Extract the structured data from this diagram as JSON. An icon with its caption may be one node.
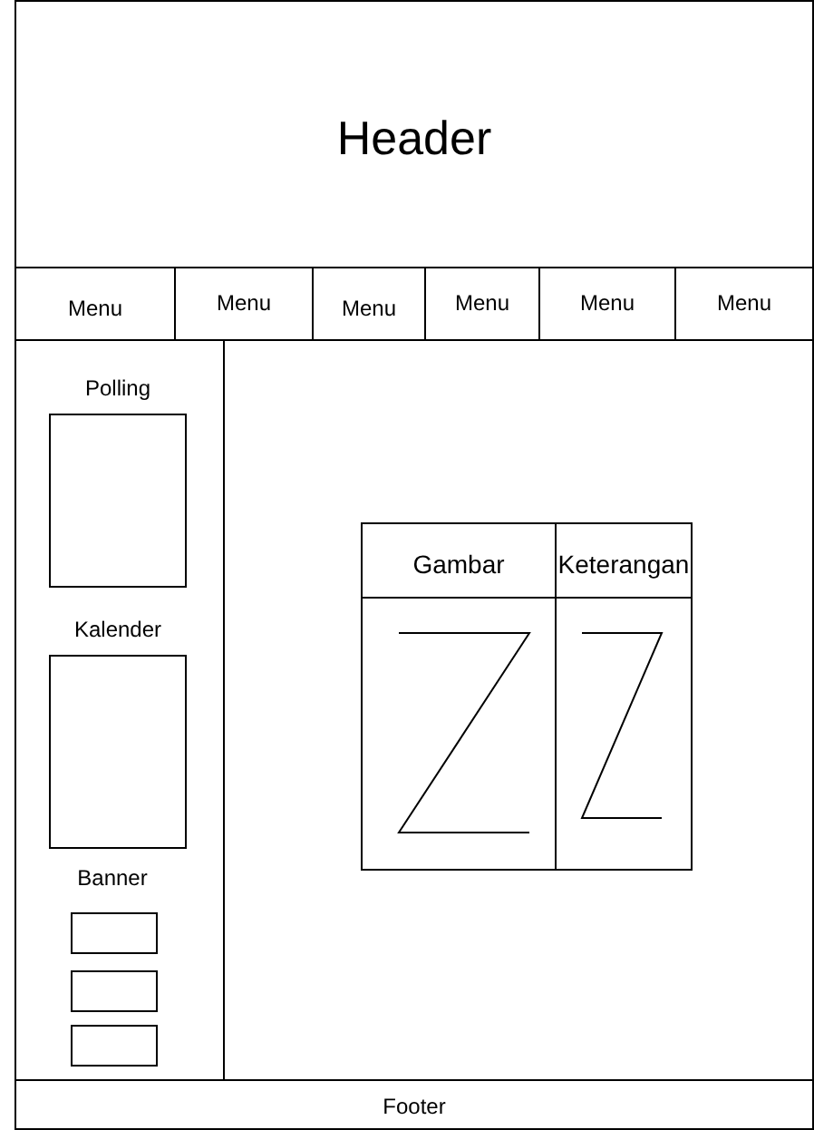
{
  "diagram": {
    "nodes": [
      {
        "text": [
          "Header"
        ]
      },
      {
        "text": [
          "Menu"
        ]
      },
      {
        "text": [
          "Menu"
        ]
      },
      {
        "text": [
          "Menu"
        ]
      },
      {
        "text": [
          "Menu"
        ]
      },
      {
        "text": [
          "Menu"
        ]
      },
      {
        "text": [
          "Menu"
        ]
      },
      {
        "text": [],
        "shape": "box"
      },
      {
        "text": [
          "Polling"
        ],
        "in": 7
      },
      {
        "text": [
          "Kalender"
        ],
        "in": 7
      },
      {
        "text": [],
        "shape": "box",
        "in": 7
      },
      {
        "text": [],
        "shape": "box",
        "in": 7
      },
      {
        "text": [],
        "shape": "box",
        "in": 7
      },
      {
        "text": [],
        "shape": "box"
      },
      {
        "text": [],
        "shape": "box",
        "in": 13
      },
      {
        "text": [
          "Gambar"
        ],
        "in": 14
      },
      {
        "text": [
          "Keterangan"
        ],
        "in": 14
      },
      {
        "text": [
          "Footer"
        ]
      }
    ],
    "labels": [
      "Banner"
    ]
  }
}
